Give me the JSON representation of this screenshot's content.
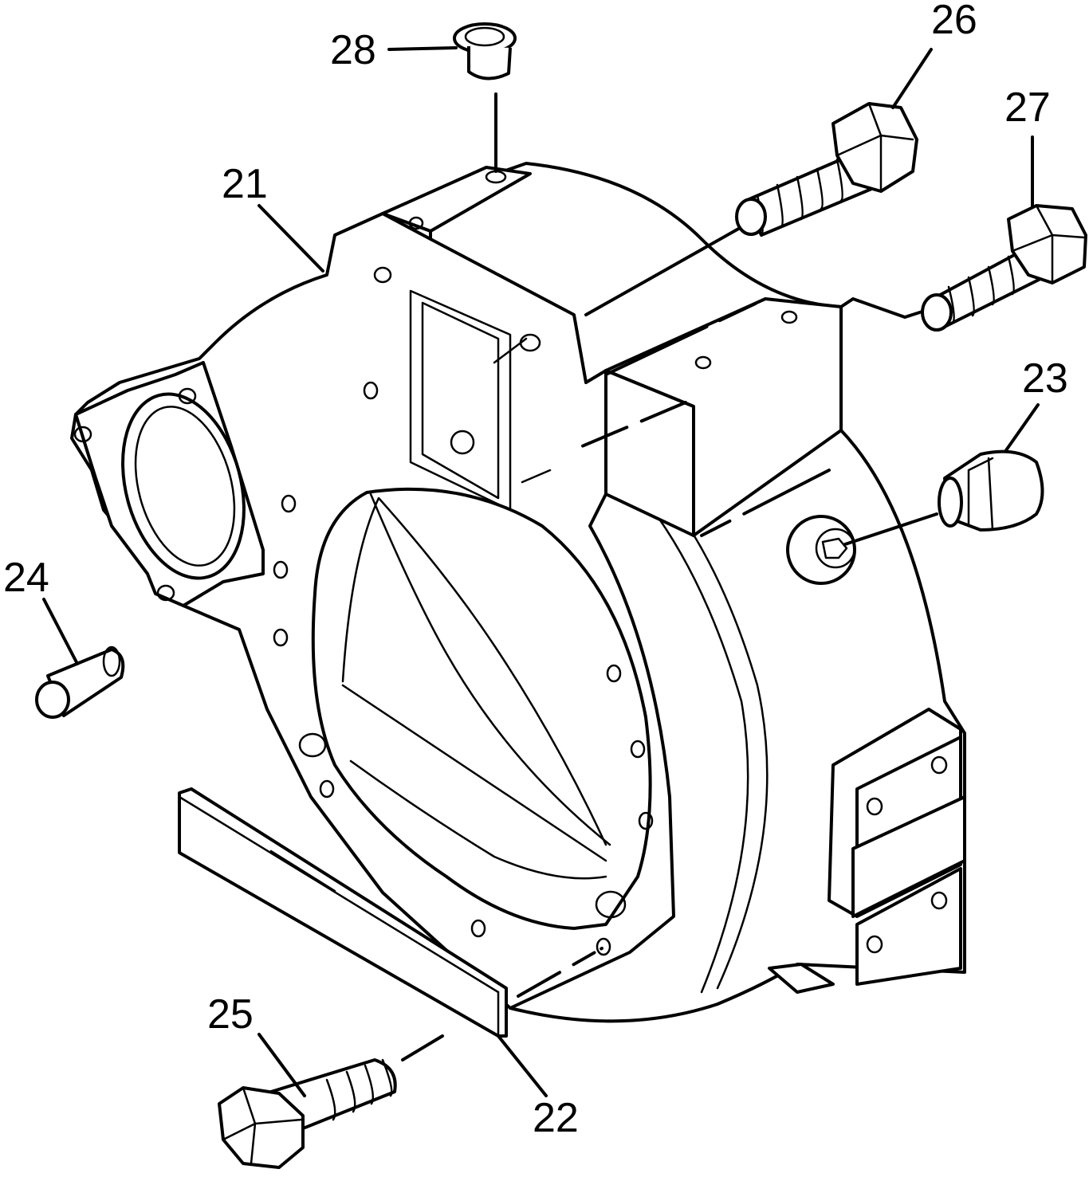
{
  "diagram": {
    "callouts": {
      "c21": "21",
      "c22": "22",
      "c23": "23",
      "c24": "24",
      "c25": "25",
      "c26": "26",
      "c27": "27",
      "c28": "28"
    }
  }
}
